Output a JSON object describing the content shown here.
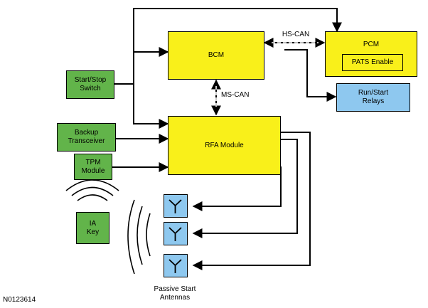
{
  "modules": {
    "bcm": "BCM",
    "pcm": "PCM",
    "pats_enable": "PATS Enable",
    "run_start_relays": "Run/Start\nRelays",
    "rfa_module": "RFA Module",
    "start_stop_switch": "Start/Stop\nSwitch",
    "backup_transceiver": "Backup\nTransceiver",
    "tpm_module": "TPM\nModule",
    "ia_key": "IA\nKey"
  },
  "buses": {
    "hs_can": "HS-CAN",
    "ms_can": "MS-CAN"
  },
  "antennas": {
    "caption": "Passive Start\nAntennas",
    "icon": "antenna-icon"
  },
  "figure_id": "N0123614",
  "colors": {
    "control_module": "#f9f01a",
    "input_device": "#62b44a",
    "output_device": "#8ec8ef"
  }
}
